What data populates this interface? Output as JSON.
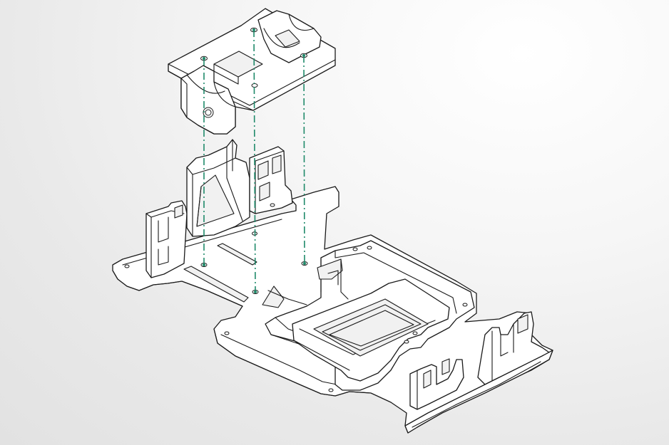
{
  "colors": {
    "background_light": "#ffffff",
    "background_dark": "#e2e2e2",
    "linework": "#1a1a1a",
    "assembly_axis": "#1f8a6a"
  },
  "assembly_axes": [
    {
      "name": "axis-left"
    },
    {
      "name": "axis-center"
    },
    {
      "name": "axis-right"
    }
  ]
}
